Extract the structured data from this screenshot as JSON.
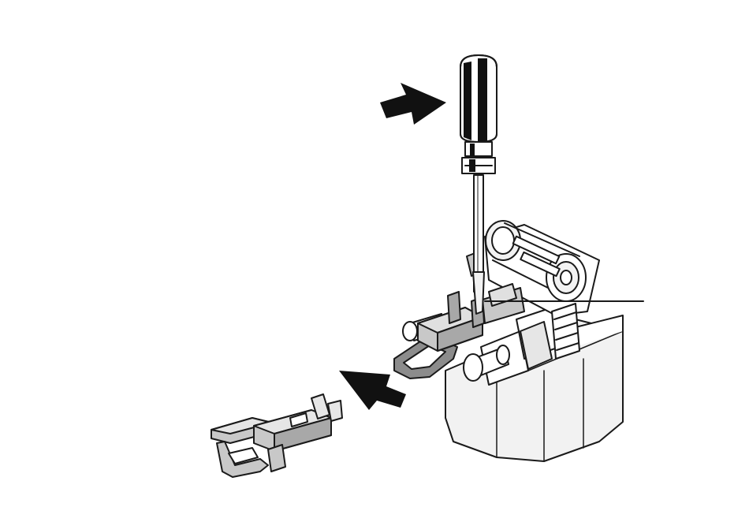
{
  "colors": {
    "background": "#ffffff",
    "line": "#1a1a1a",
    "light_fill": "#f2f2f2",
    "mid_fill": "#c8c8c8",
    "dark_fill": "#8c8c8c",
    "black": "#111111"
  },
  "parts": {
    "tool": "screwdriver",
    "removed_part": "clip",
    "push_arrow": "arrow-right",
    "pull_arrow": "arrow-left"
  }
}
